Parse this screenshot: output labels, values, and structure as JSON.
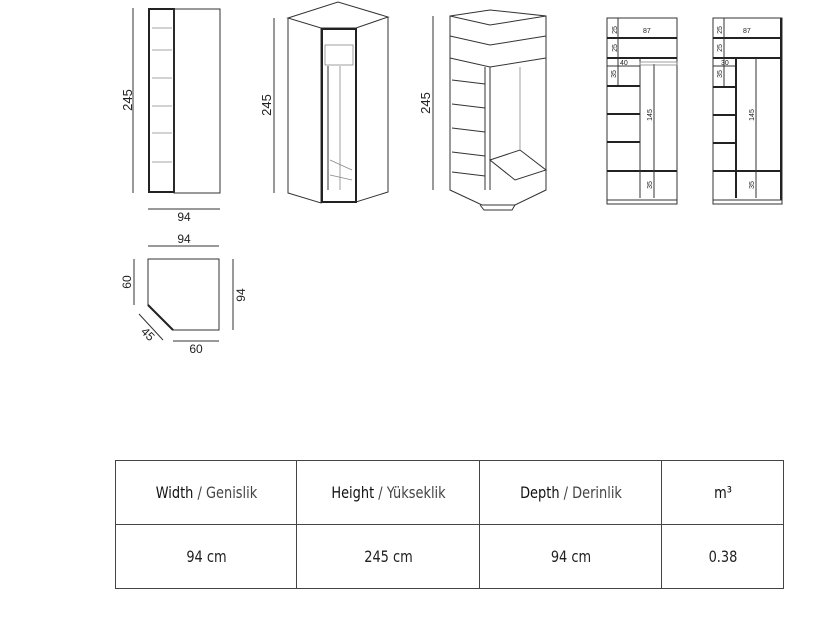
{
  "drawings": {
    "front_view": {
      "height_label": "245",
      "width_label": "94"
    },
    "perspective_closed": {
      "height_label": "245"
    },
    "perspective_open": {
      "height_label": "245"
    },
    "plan_view": {
      "top_width": "94",
      "left_depth": "60",
      "right_depth": "94",
      "diagonal": "45",
      "bottom_width": "60"
    },
    "interior_a": {
      "top1": "25",
      "width": "87",
      "top2": "25",
      "shelf_width": "40",
      "shelf_h": "35",
      "hang": "145",
      "bottom": "35"
    },
    "interior_b": {
      "top1": "25",
      "width": "87",
      "top2": "25",
      "shelf_width": "30",
      "shelf_h": "35",
      "hang": "145",
      "bottom": "35"
    }
  },
  "table": {
    "headers": [
      {
        "en": "Width",
        "sep": " / ",
        "tr": "Genislik"
      },
      {
        "en": "Height",
        "sep": " / ",
        "tr": "Yükseklik"
      },
      {
        "en": "Depth",
        "sep": " / ",
        "tr": "Derinlik"
      },
      {
        "en": "m³",
        "sep": "",
        "tr": ""
      }
    ],
    "values": [
      "94 cm",
      "245 cm",
      "94 cm",
      "0.38"
    ]
  }
}
